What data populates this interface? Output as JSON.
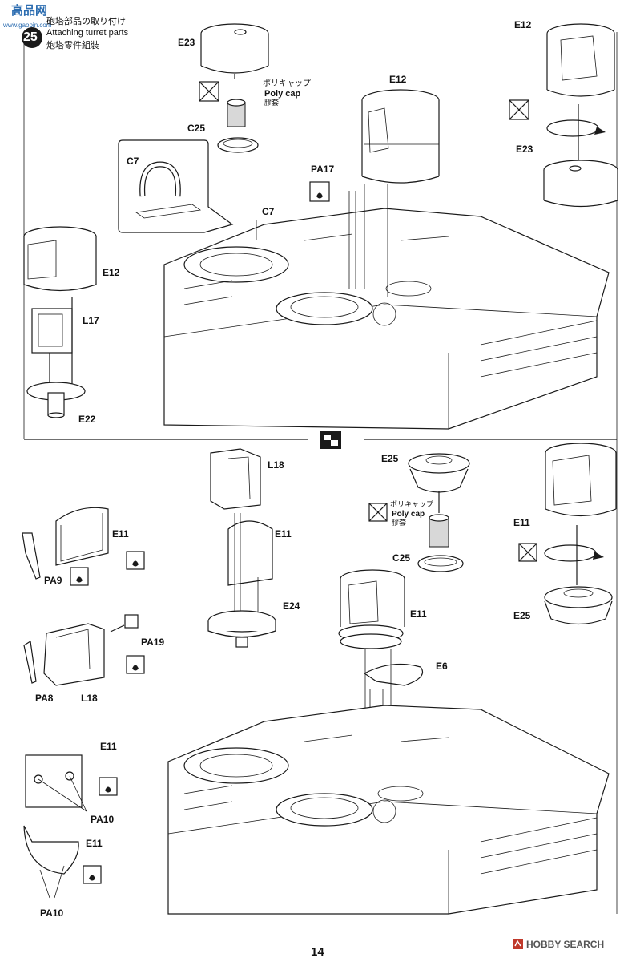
{
  "watermark": {
    "top": "高品网",
    "url": "www.gaopin.com"
  },
  "step": {
    "number": "25",
    "title_jp": "砲塔部品の取り付け",
    "title_en": "Attaching turret parts",
    "title_cn": "炮塔零件組裝"
  },
  "polycap": {
    "jp": "ポリキャップ",
    "en": "Poly cap",
    "cn": "膠套"
  },
  "parts": {
    "e23a": "E23",
    "e12a": "E12",
    "e12b": "E12",
    "e12c": "E12",
    "e23b": "E23",
    "c25a": "C25",
    "c7a": "C7",
    "pa17": "PA17",
    "c7b": "C7",
    "l17": "L17",
    "e22": "E22",
    "l18a": "L18",
    "e11a": "E11",
    "e25a": "E25",
    "e11b": "E11",
    "pa9": "PA9",
    "e24": "E24",
    "c25b": "C25",
    "e11c": "E11",
    "e25b": "E25",
    "e11d": "E11",
    "e6": "E6",
    "pa19": "PA19",
    "pa8": "PA8",
    "l18b": "L18",
    "e11e": "E11",
    "pa10a": "PA10",
    "e11f": "E11",
    "pa10b": "PA10"
  },
  "page_number": "14",
  "footer_brand": "HOBBY SEARCH"
}
